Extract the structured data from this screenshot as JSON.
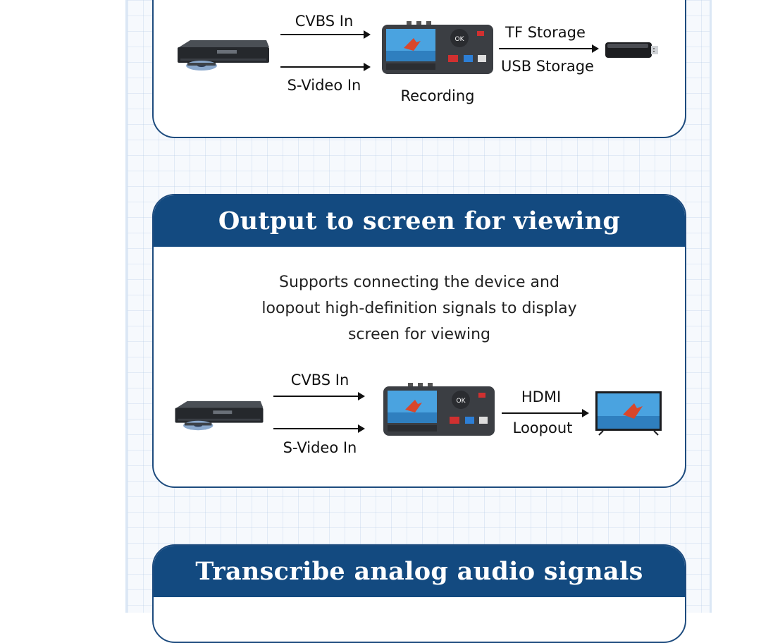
{
  "sections": [
    {
      "title": "",
      "inputs": [
        "CVBS In",
        "S-Video In"
      ],
      "device_caption": "Recording",
      "outputs": [
        "TF Storage",
        "USB Storage"
      ]
    },
    {
      "title": "Output to screen for viewing",
      "description": [
        "Supports connecting the device and",
        "loopout high-definition signals to display",
        "screen for viewing"
      ],
      "inputs": [
        "CVBS In",
        "S-Video In"
      ],
      "outputs": [
        "HDMI",
        "Loopout"
      ]
    },
    {
      "title": "Transcribe analog audio signals"
    }
  ],
  "device": {
    "ok_key": "OK"
  },
  "colors": {
    "header": "#134a80",
    "border": "#1d4b7e"
  },
  "icons": [
    "dvd-player-icon",
    "video-capture-device-icon",
    "usb-drive-icon",
    "tv-monitor-icon",
    "arrow-right-icon"
  ]
}
